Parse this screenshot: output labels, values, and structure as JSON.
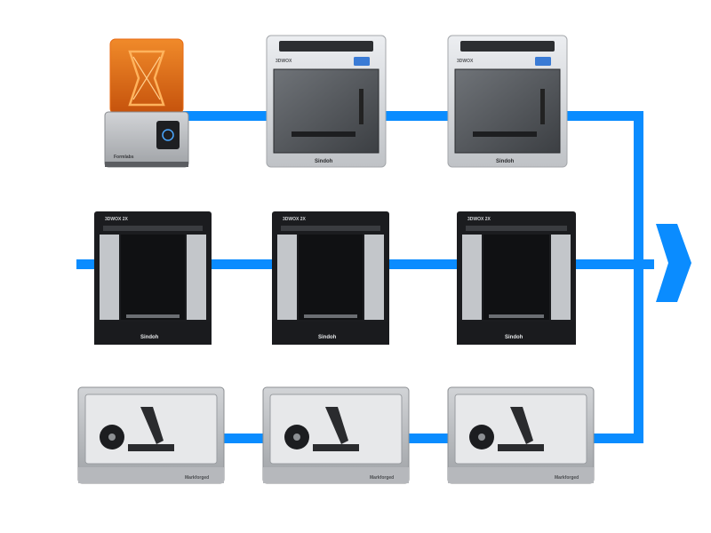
{
  "diagram": {
    "colors": {
      "connector": "#0a8cff",
      "resin_orange": "#e86a12",
      "silver": "#c9cbcf",
      "dark_frame": "#1b1c1f",
      "grey_body": "#a7a9ad"
    },
    "rows": [
      {
        "row_id": "row-1",
        "printers": [
          {
            "kind": "resin-printer",
            "brand": "Formlabs",
            "model": ""
          },
          {
            "kind": "enclosed-silver-printer",
            "brand": "Sindoh",
            "model": "3DWOX"
          },
          {
            "kind": "enclosed-silver-printer",
            "brand": "Sindoh",
            "model": "3DWOX"
          }
        ]
      },
      {
        "row_id": "row-2",
        "printers": [
          {
            "kind": "dark-frame-printer",
            "brand": "Sindoh",
            "model": "3DWOX 2X"
          },
          {
            "kind": "dark-frame-printer",
            "brand": "Sindoh",
            "model": "3DWOX 2X"
          },
          {
            "kind": "dark-frame-printer",
            "brand": "Sindoh",
            "model": "3DWOX 2X"
          }
        ]
      },
      {
        "row_id": "row-3",
        "printers": [
          {
            "kind": "composite-printer",
            "brand": "Markforged",
            "model": ""
          },
          {
            "kind": "composite-printer",
            "brand": "Markforged",
            "model": ""
          },
          {
            "kind": "composite-printer",
            "brand": "Markforged",
            "model": ""
          }
        ]
      }
    ],
    "output_arrow": {
      "icon": "chevron-right-icon"
    }
  }
}
